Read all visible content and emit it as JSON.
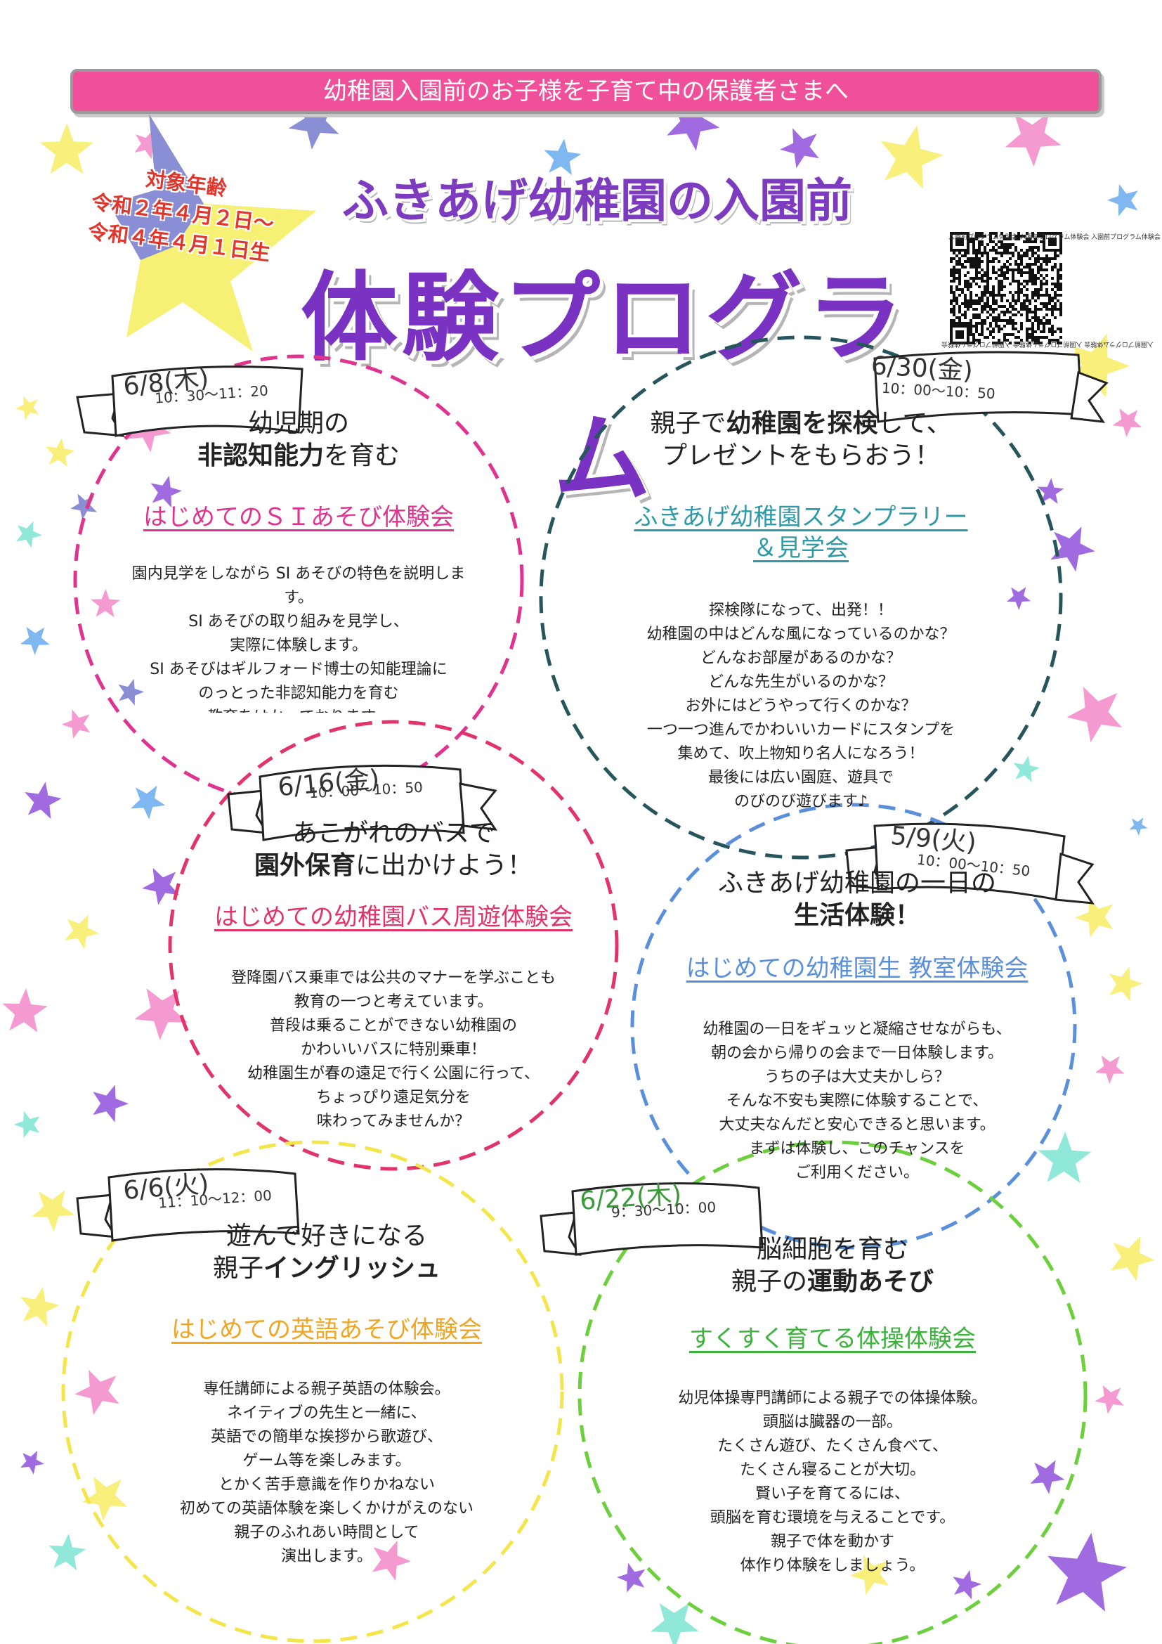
{
  "banner": "幼稚園入園前のお子様を子育て中の保護者さまへ",
  "age": {
    "line1": "対象年齢",
    "line2": "令和２年４月２日～",
    "line3": "令和４年４月１日生"
  },
  "title": {
    "small": "ふきあげ幼稚園の入園前",
    "big": "体験プログラム"
  },
  "qr": {
    "caption": "入園前プログラム体験会 入園前プログラム体験会 入園前プログラム体験会"
  },
  "colors": {
    "banner": "#f0509a",
    "title": "#7a32c2",
    "age": "#e0362c",
    "si": "#e0338f",
    "stamp": "#2d9aa8",
    "bus": "#e2336a",
    "classroom": "#5a8fdc",
    "english": "#f0a623",
    "gym": "#3db33d"
  },
  "events": {
    "si": {
      "date": "6/8(木)",
      "time": "10：30〜11：20",
      "heading_1": "幼児期の",
      "heading_2a": "非認知能力",
      "heading_2b": "を育む",
      "program": "はじめてのＳＩあそび体験会",
      "desc": [
        "園内見学をしながら SI あそびの特色を説明しま",
        "す。",
        "SI あそびの取り組みを見学し、",
        "実際に体験します。",
        "SI あそびはギルフォード博士の知能理論に",
        "のっとった非認知能力を育む",
        "教育をはかっております。"
      ]
    },
    "stamp": {
      "date": "6/30(金)",
      "time": "10：00〜10：50",
      "heading_1a": "親子で",
      "heading_1b": "幼稚園を探検",
      "heading_1c": "して、",
      "heading_2": "プレゼントをもらおう！",
      "program_1": "ふきあげ幼稚園スタンプラリー",
      "program_2": "＆見学会",
      "desc": [
        "探検隊になって、出発！！",
        "幼稚園の中はどんな風になっているのかな？",
        "どんなお部屋があるのかな？",
        "どんな先生がいるのかな？",
        "お外にはどうやって行くのかな？",
        "一つ一つ進んでかわいいカードにスタンプを",
        "集めて、吹上物知り名人になろう！",
        "最後には広い園庭、遊具で",
        "のびのび遊びます♪"
      ]
    },
    "bus": {
      "date": "6/16(金)",
      "time": "10：00〜10：50",
      "heading_1": "あこがれのバスで",
      "heading_2a": "園外保育",
      "heading_2b": "に出かけよう！",
      "program": "はじめての幼稚園バス周遊体験会",
      "desc": [
        "登降園バス乗車では公共のマナーを学ぶことも",
        "教育の一つと考えています。",
        "普段は乗ることができない幼稚園の",
        "かわいいバスに特別乗車！",
        "幼稚園生が春の遠足で行く公園に行って、",
        "ちょっぴり遠足気分を",
        "味わってみませんか？"
      ]
    },
    "classroom": {
      "date": "5/9(火)",
      "time": "10：00〜10：50",
      "heading_1": "ふきあげ幼稚園の一日の",
      "heading_2": "生活体験！",
      "program": "はじめての幼稚園生 教室体験会",
      "desc": [
        "幼稚園の一日をギュッと凝縮させながらも、",
        "朝の会から帰りの会まで一日体験します。",
        "うちの子は大丈夫かしら？",
        "そんな不安も実際に体験することで、",
        "大丈夫なんだと安心できると思います。",
        "まずは体験し、このチャンスを",
        "ご利用ください。"
      ]
    },
    "english": {
      "date": "6/6(火)",
      "time": "11：10〜12：00",
      "heading_1": "遊んで好きになる",
      "heading_2a": "親子",
      "heading_2b": "イングリッシュ",
      "program": "はじめての英語あそび体験会",
      "desc": [
        "専任講師による親子英語の体験会。",
        "ネイティブの先生と一緒に、",
        "英語での簡単な挨拶から歌遊び、",
        "ゲーム等を楽しみます。",
        "とかく苦手意識を作りかねない",
        "初めての英語体験を楽しくかけがえのない",
        "親子のふれあい時間として",
        "演出します。"
      ]
    },
    "gym": {
      "date": "6/22(木)",
      "time": "9：30〜10：00",
      "heading_1": "脳細胞を育む",
      "heading_2a": "親子の",
      "heading_2b": "運動あそび",
      "program": "すくすく育てる体操体験会",
      "desc": [
        "幼児体操専門講師による親子での体操体験。",
        "頭脳は臓器の一部。",
        "たくさん遊び、たくさん食べて、",
        "たくさん寝ることが大切。",
        "賢い子を育てるには、",
        "頭脳を育む環境を与えることです。",
        "親子で体を動かす",
        "体作り体験をしましょう。"
      ]
    }
  }
}
